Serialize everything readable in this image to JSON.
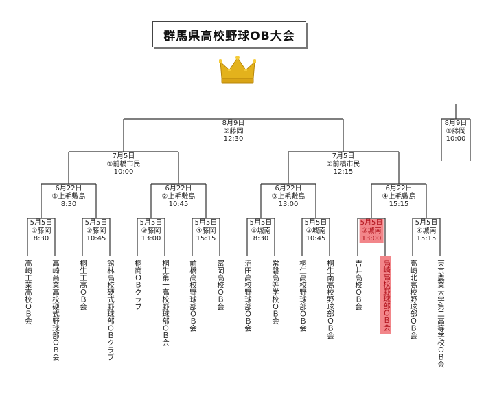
{
  "title": "群馬県高校野球OB大会",
  "final": {
    "date": "8月9日",
    "venue": "②藤岡",
    "time": "12:30"
  },
  "extra_match": {
    "date": "8月9日",
    "venue": "①藤岡",
    "time": "10:00"
  },
  "semifinals": [
    {
      "date": "7月5日",
      "venue": "①前橋市民",
      "time": "10:00"
    },
    {
      "date": "7月5日",
      "venue": "②前橋市民",
      "time": "12:15"
    }
  ],
  "quarterfinals": [
    {
      "date": "6月22日",
      "venue": "①上毛敷島",
      "time": "8:30"
    },
    {
      "date": "6月22日",
      "venue": "②上毛敷島",
      "time": "10:45"
    },
    {
      "date": "6月22日",
      "venue": "③上毛敷島",
      "time": "13:00"
    },
    {
      "date": "6月22日",
      "venue": "④上毛敷島",
      "time": "15:15"
    }
  ],
  "first_round": [
    {
      "date": "5月5日",
      "venue": "①藤岡",
      "time": "8:30",
      "highlight": false
    },
    {
      "date": "5月5日",
      "venue": "②藤岡",
      "time": "10:45",
      "highlight": false
    },
    {
      "date": "5月5日",
      "venue": "③藤岡",
      "time": "13:00",
      "highlight": false
    },
    {
      "date": "5月5日",
      "venue": "④藤岡",
      "time": "15:15",
      "highlight": false
    },
    {
      "date": "5月5日",
      "venue": "①城南",
      "time": "8:30",
      "highlight": false
    },
    {
      "date": "5月5日",
      "venue": "②城南",
      "time": "10:45",
      "highlight": false
    },
    {
      "date": "5月5日",
      "venue": "③城南",
      "time": "13:00",
      "highlight": true
    },
    {
      "date": "5月5日",
      "venue": "④城南",
      "time": "15:15",
      "highlight": false
    }
  ],
  "teams": [
    {
      "name": "高崎工業高校ＯＢ会",
      "highlight": false
    },
    {
      "name": "高崎商業高校硬式野球部ＯＢ会",
      "highlight": false
    },
    {
      "name": "桐生工高ＯＢ会",
      "highlight": false
    },
    {
      "name": "館林高校硬式野球部ＯＢクラブ",
      "highlight": false
    },
    {
      "name": "桐商ＯＢクラブ",
      "highlight": false
    },
    {
      "name": "桐生第一高校野球部ＯＢ会",
      "highlight": false
    },
    {
      "name": "前橋高校野球部ＯＢ会",
      "highlight": false
    },
    {
      "name": "富岡高校ＯＢ会",
      "highlight": false
    },
    {
      "name": "沼田高校野球部ＯＢ会",
      "highlight": false
    },
    {
      "name": "常磐高等学校ＯＢ会",
      "highlight": false
    },
    {
      "name": "桐生高校野球部ＯＢ会",
      "highlight": false
    },
    {
      "name": "桐生南高校野球部ＯＢ会",
      "highlight": false
    },
    {
      "name": "吉井高校ＯＢ会",
      "highlight": false
    },
    {
      "name": "高崎高校野球部ＯＢ会",
      "highlight": true
    },
    {
      "name": "高崎北高校野球部ＯＢ会",
      "highlight": false
    },
    {
      "name": "東京農業大学第二高等学校ＯＢ会",
      "highlight": false
    }
  ],
  "colors": {
    "line": "#333333",
    "highlight_bg": "#f2868a",
    "highlight_text": "#b0101a",
    "crown": "#e3b21c"
  },
  "icons": {
    "crown": "crown-icon"
  }
}
